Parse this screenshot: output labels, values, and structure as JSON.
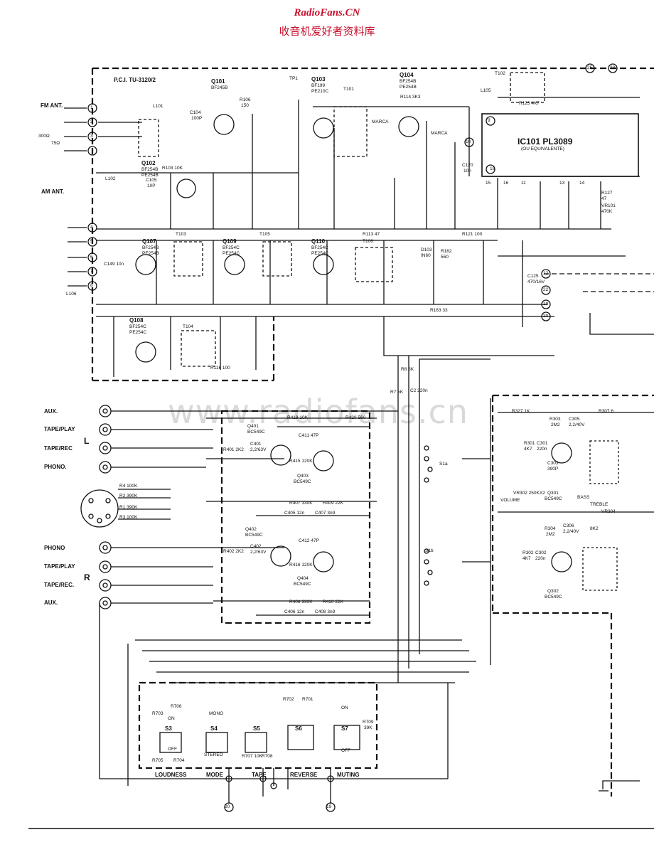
{
  "header": {
    "site_name": "RadioFans.CN",
    "site_subtitle": "收音机爱好者资料库",
    "watermark": "www.radiofans.cn"
  },
  "board": {
    "pci_label": "P.C.I. TU-3120/2",
    "fm_ant": "FM ANT.",
    "am_ant": "AM ANT.",
    "ohm300": "300Ω",
    "ohm75": "75Ω",
    "ic_label": "IC101  PL3089",
    "ic_sub": "(OU EQUIVALENTE)"
  },
  "components": {
    "q101": "Q101",
    "q101_type": "BF245B",
    "q102": "Q102",
    "q102_type1": "BF254B",
    "q102_type2": "PE254B",
    "q103": "Q103",
    "q103_type1": "BF199",
    "q103_type2": "PE210C",
    "q104": "Q104",
    "q104_type1": "BF254B",
    "q104_type2": "PE254B",
    "q107": "Q107",
    "q107_type1": "BF254B",
    "q107_type2": "PE254B",
    "q108": "Q108",
    "q108_type1": "BF254C",
    "q108_type2": "PE254C",
    "q109": "Q109",
    "q109_type1": "BF254C",
    "q109_type2": "PE254C",
    "q110": "Q110",
    "q110_type1": "BF254C",
    "q110_type2": "PE254C",
    "t101": "T101",
    "t102": "T102",
    "t103": "T103",
    "t104": "T104",
    "t105": "T105",
    "t106": "T106",
    "l101": "L101",
    "l102": "L102",
    "l105": "L105",
    "l106": "L106",
    "tp1": "TP1",
    "r106": "R106",
    "r106v": "150",
    "r114": "R114 3K3",
    "r123": "R123 4K7",
    "r103": "R103 10K",
    "r113": "R113 47",
    "r121": "R121 100",
    "r162": "R162",
    "r162v": "560",
    "r163": "R163 33",
    "r116": "R116 100",
    "c104": "C104",
    "c104v": "100P",
    "c105": "C105",
    "c105v": "10P",
    "c149": "C149 10n",
    "c120": "C120",
    "c120v": "10n",
    "d103": "D103",
    "d103v": "IN60",
    "c125": "C125",
    "c125v": "470/16V",
    "r127": "R127",
    "r127v": "47",
    "vr101": "VR101",
    "vr101v": "470K",
    "marca1": "MARCA",
    "marca2": "MARCA"
  },
  "preamp": {
    "q401": "Q401",
    "q401_type": "BC549C",
    "q402": "Q402",
    "q402_type": "BC549C",
    "q403": "Q403",
    "q403_type": "BC549C",
    "q404": "Q404",
    "q404_type": "BC549C",
    "r401": "R401 2K2",
    "r402": "R402 2K2",
    "c401": "C401",
    "c401v": "2,2/63V",
    "c402": "C402",
    "c402v": "2,2/63V",
    "r419": "R419 10K",
    "r420": "R420 560",
    "c411": "C411 47P",
    "c412": "C412 47P",
    "r415": "R415 120K",
    "r416": "R416 120K",
    "r407": "R407 330K",
    "r409": "R409 22K",
    "r408": "R408 330K",
    "r410": "R410 22K",
    "c405": "C405 12n",
    "c407": "C407 3n9",
    "c406": "C406 12n",
    "c408": "C408 3n9",
    "r1": "R1 390K",
    "r2": "R2 390K",
    "r3": "R3 100K",
    "r4": "R4 100K",
    "s1a": "S1a",
    "s1b": "S1b",
    "r7": "R7 5K",
    "r8": "R8 5K",
    "c2": "C2 220n"
  },
  "inputs": {
    "aux_l": "AUX.",
    "tape_play_l": "TAPE/PLAY",
    "tape_rec_l": "TAPE/REC",
    "phono_l": "PHONO.",
    "left": "L",
    "phono_r": "PHONO",
    "tape_play_r": "TAPE/PLAY",
    "tape_rec_r": "TAPE/REC.",
    "aux_r": "AUX.",
    "right": "R"
  },
  "tone": {
    "r327": "R327 1K",
    "r307": "R307 6",
    "r303": "R303",
    "r303v": "2M2",
    "c305": "C305",
    "c305v": "2,2/40V",
    "r301": "R301",
    "r301v": "4K7",
    "c301": "C301",
    "c301v": "220n",
    "q301": "Q301",
    "q301_type": "BC549C",
    "q302": "Q302",
    "q302_type": "BC549C",
    "r304": "R304",
    "r304v": "2M2",
    "c306": "C306",
    "c306v": "2,2/40V",
    "r302": "R302",
    "r302v": "4K7",
    "c302": "C302",
    "c302v": "220n",
    "c303": "C303",
    "c303v": "390P",
    "volume": "VOLUME",
    "vr302": "VR302 250KX2",
    "bass": "BASS",
    "treble": "TREBLE",
    "vr304": "VR304",
    "v8k2": "8K2"
  },
  "switches": {
    "s3": "S3",
    "s4": "S4",
    "s5": "S5",
    "s6": "S6",
    "s7": "S7",
    "on1": "ON",
    "off1": "OFF",
    "mono": "MONO",
    "stereo": "STEREO",
    "on2": "ON",
    "off2": "OFF",
    "loudness": "LOUDNESS",
    "mode": "MODE",
    "tape": "TAPE",
    "reverse": "REVERSE",
    "muting": "MUTING",
    "r701": "R701",
    "r702": "R702",
    "r703": "R703",
    "r704": "R704",
    "r705": "R705",
    "r706": "R706",
    "r707": "R707 10K",
    "r708": "R708",
    "r709": "R709",
    "r709v": "39K",
    "node20": "20",
    "node19": "19"
  },
  "pins": [
    "1",
    "2",
    "3",
    "4",
    "5",
    "6",
    "7",
    "8",
    "9",
    "10",
    "11",
    "12",
    "13",
    "14",
    "15",
    "16",
    "18",
    "19",
    "20",
    "22",
    "23",
    "25"
  ]
}
